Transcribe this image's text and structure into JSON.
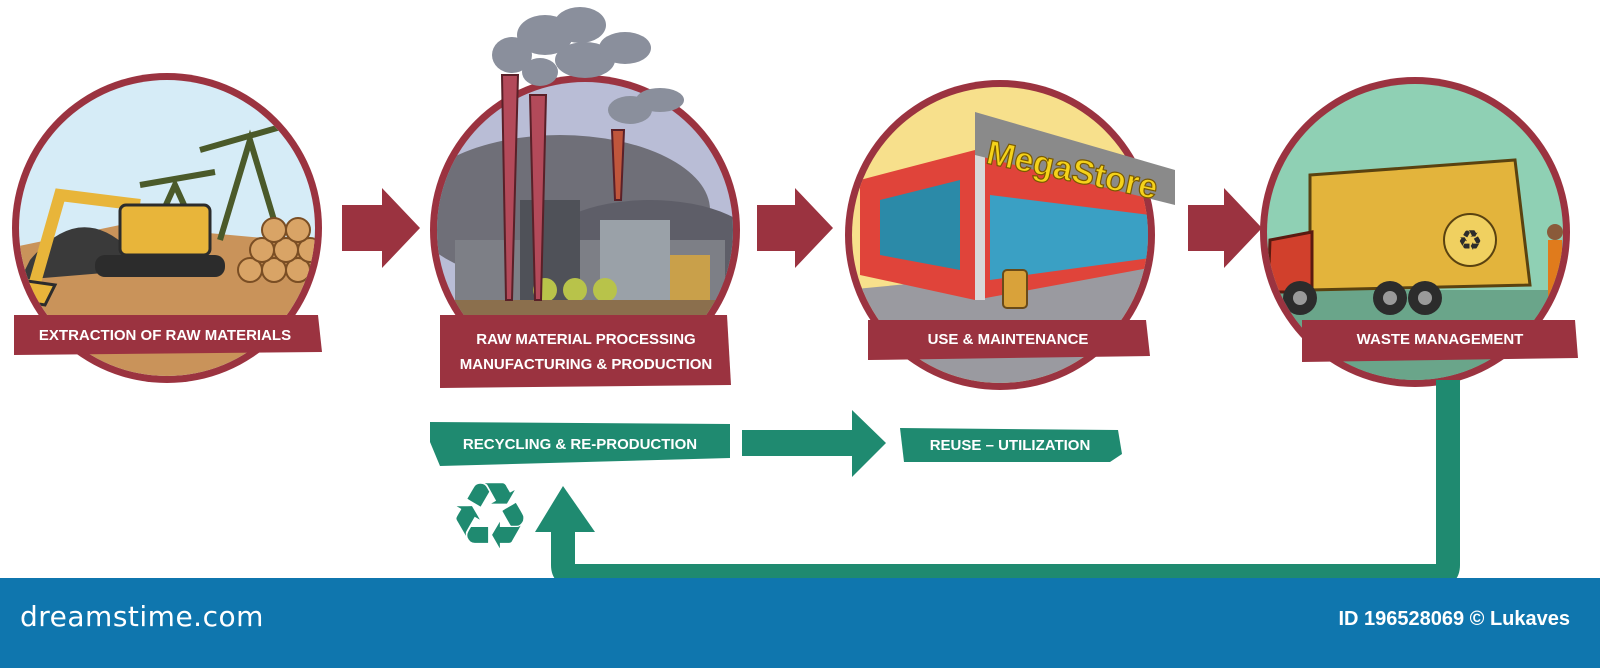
{
  "stages": [
    {
      "label": "EXTRACTION OF RAW MATERIALS"
    },
    {
      "line1": "RAW MATERIAL PROCESSING",
      "line2": "MANUFACTURING & PRODUCTION"
    },
    {
      "label": "USE & MAINTENANCE",
      "store_sign": "MegaStore"
    },
    {
      "label": "WASTE MANAGEMENT"
    }
  ],
  "loop": {
    "recycling_label": "RECYCLING & RE-PRODUCTION",
    "reuse_label": "REUSE  – UTILIZATION"
  },
  "footer": {
    "site": "dreamstime.com",
    "credit": "ID 196528069 © Lukaves"
  },
  "colors": {
    "maroon": "#9b3340",
    "green": "#1f8a70",
    "footer_blue": "#0f76ae"
  }
}
